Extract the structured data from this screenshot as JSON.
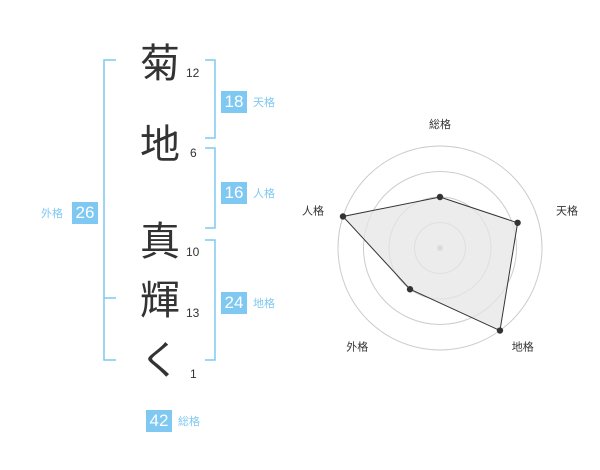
{
  "name": {
    "characters": [
      {
        "char": "菊",
        "strokes": "12"
      },
      {
        "char": "地",
        "strokes": "6"
      },
      {
        "char": "真",
        "strokes": "10"
      },
      {
        "char": "輝",
        "strokes": "13"
      },
      {
        "char": "く",
        "strokes": "1"
      }
    ]
  },
  "fortune": {
    "tenkaku": {
      "value": "18",
      "label": "天格"
    },
    "jinkaku": {
      "value": "16",
      "label": "人格"
    },
    "chikaku": {
      "value": "24",
      "label": "地格"
    },
    "gaikaku": {
      "value": "26",
      "label": "外格"
    },
    "soukaku": {
      "value": "42",
      "label": "総格"
    }
  },
  "colors": {
    "accent": "#7ec8f2",
    "text": "#333333",
    "grid": "#cccccc",
    "fill": "#e6e6e6"
  },
  "chart_data": {
    "type": "radar",
    "axes": [
      "総格",
      "天格",
      "地格",
      "外格",
      "人格"
    ],
    "values": [
      0.5,
      0.8,
      1.0,
      0.5,
      1.0
    ],
    "range": [
      0,
      1
    ],
    "rings": 4
  }
}
